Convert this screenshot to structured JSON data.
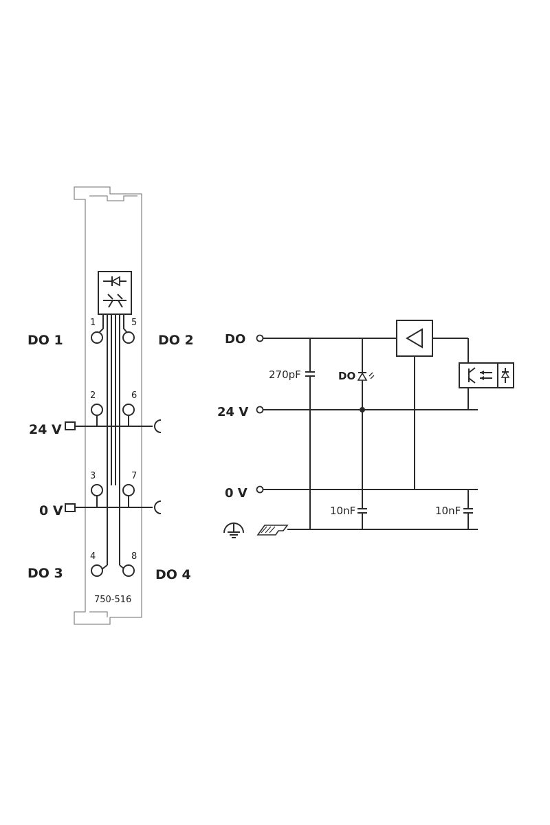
{
  "module": {
    "part_number": "750-516",
    "channels": {
      "do1": "DO 1",
      "do2": "DO 2",
      "do3": "DO 3",
      "do4": "DO 4"
    },
    "supply": {
      "v24": "24 V",
      "v0": "0 V"
    },
    "terminals": [
      "1",
      "2",
      "3",
      "4",
      "5",
      "6",
      "7",
      "8"
    ]
  },
  "circuit": {
    "do_label": "DO",
    "v24_label": "24 V",
    "v0_label": "0 V",
    "cap_270": "270pF",
    "cap_10_left": "10nF",
    "cap_10_right": "10nF",
    "led_label": "DO"
  },
  "colors": {
    "line": "#2a2a2a",
    "housing": "#8a8a8a"
  },
  "icons": [
    "diode-symbol",
    "transistor-symbol",
    "driver-triangle",
    "optocoupler",
    "ground-symbol",
    "din-rail-symbol"
  ]
}
